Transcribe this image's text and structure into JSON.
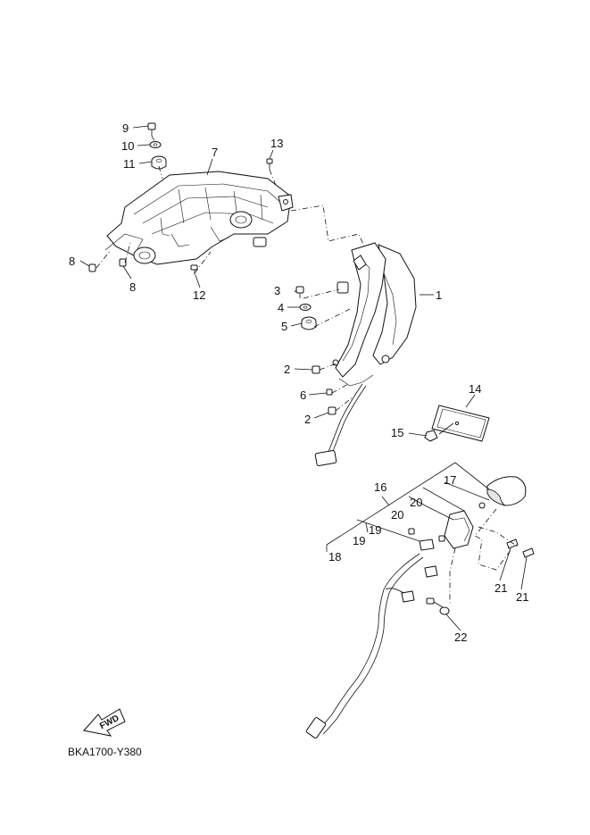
{
  "diagram": {
    "code": "BKA1700-Y380",
    "fwd_label": "FWD",
    "callouts": {
      "c1": "1",
      "c2a": "2",
      "c2b": "2",
      "c3": "3",
      "c4": "4",
      "c5": "5",
      "c6": "6",
      "c7": "7",
      "c8a": "8",
      "c8b": "8",
      "c9": "9",
      "c10": "10",
      "c11": "11",
      "c12": "12",
      "c13": "13",
      "c14": "14",
      "c15": "15",
      "c16": "16",
      "c17": "17",
      "c18": "18",
      "c19a": "19",
      "c19b": "19",
      "c20a": "20",
      "c20b": "20",
      "c21a": "21",
      "c21b": "21",
      "c22": "22"
    }
  }
}
